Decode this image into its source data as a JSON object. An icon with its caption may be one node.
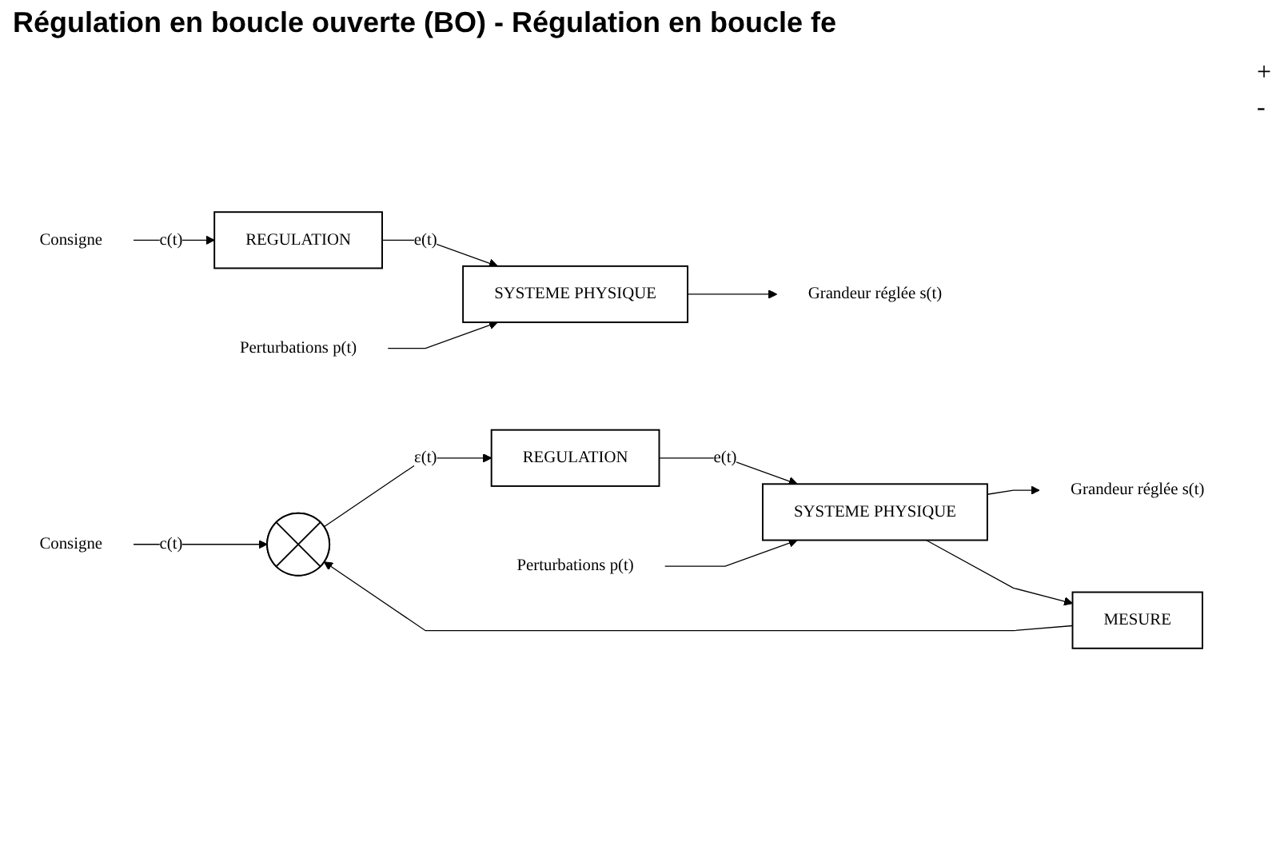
{
  "diagram": {
    "title": "Régulation en boucle ouverte (BO) - Régulation en boucle fe",
    "nodes": [
      {
        "text": [
          "Consigne"
        ]
      },
      {
        "text": [
          "REGULATION"
        ]
      },
      {
        "text": [
          "SYSTEME PHYSIQUE"
        ]
      },
      {
        "text": [
          "Grandeur réglée s(t)"
        ]
      },
      {
        "text": [
          "Perturbations p(t)"
        ]
      },
      {
        "text": [
          "Consigne"
        ]
      },
      {
        "text": [],
        "shape": "circle"
      },
      {
        "text": [
          "REGULATION"
        ]
      },
      {
        "text": [
          "SYSTEME PHYSIQUE"
        ]
      },
      {
        "text": [
          "Grandeur réglée s(t)"
        ]
      },
      {
        "text": [
          "Perturbations p(t)"
        ]
      },
      {
        "text": [
          "MESURE"
        ]
      }
    ],
    "edges": [
      {
        "from": 0,
        "to": 1,
        "arrow": "to",
        "label": "c(t)"
      },
      {
        "from": 1,
        "to": 2,
        "arrow": "to",
        "label": "e(t)"
      },
      {
        "from": 2,
        "to": 3,
        "arrow": "to"
      },
      {
        "from": 4,
        "to": 2,
        "arrow": "to"
      },
      {
        "from": 5,
        "to": 6,
        "arrow": "to",
        "label": "c(t)"
      },
      {
        "from": 6,
        "to": 7,
        "arrow": "to",
        "label": "ε(t)"
      },
      {
        "from": 7,
        "to": 8,
        "arrow": "to",
        "label": "e(t)"
      },
      {
        "from": 8,
        "to": 9,
        "arrow": "to"
      },
      {
        "from": 10,
        "to": 8,
        "arrow": "to"
      },
      {
        "from": 8,
        "to": 11,
        "arrow": "to"
      },
      {
        "from": 11,
        "to": 6,
        "arrow": "to"
      }
    ],
    "labels": [
      "+",
      "-"
    ]
  }
}
